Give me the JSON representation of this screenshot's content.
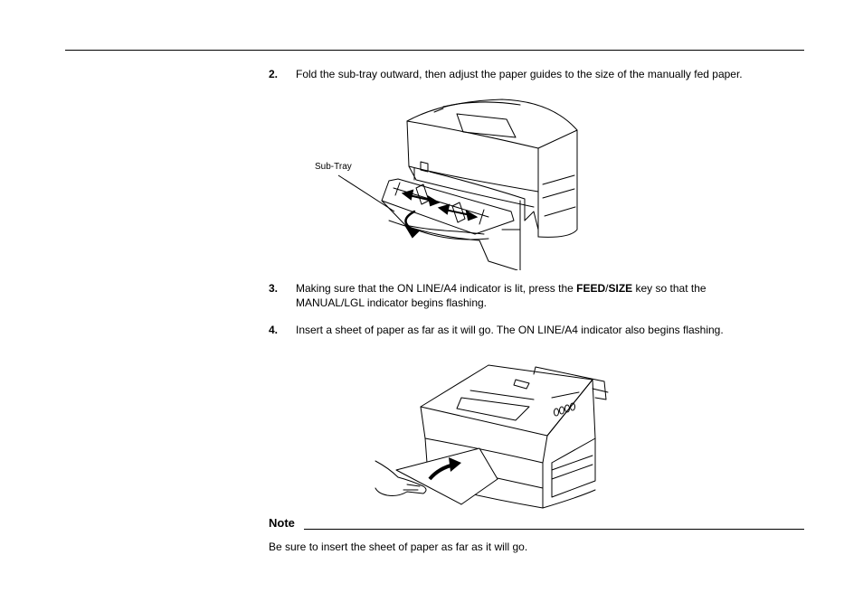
{
  "steps": [
    {
      "number": "2.",
      "text": "Fold the sub-tray outward, then adjust the paper guides to the size of the manually fed paper."
    },
    {
      "number": "3.",
      "text_a": "Making sure that the ON LINE/A4 indicator is lit, press the ",
      "text_b": "FEED",
      "text_c": "/",
      "text_d": "SIZE",
      "text_e": " key so that the",
      "text_f": "MANUAL/LGL indicator begins flashing."
    },
    {
      "number": "4.",
      "text": "Insert a sheet of paper as far as it will go. The ON LINE/A4 indicator  also begins flashing."
    }
  ],
  "figure1": {
    "callout": "Sub-Tray"
  },
  "note": {
    "label": "Note",
    "text": "Be sure to insert the sheet of paper as far as it will go."
  }
}
